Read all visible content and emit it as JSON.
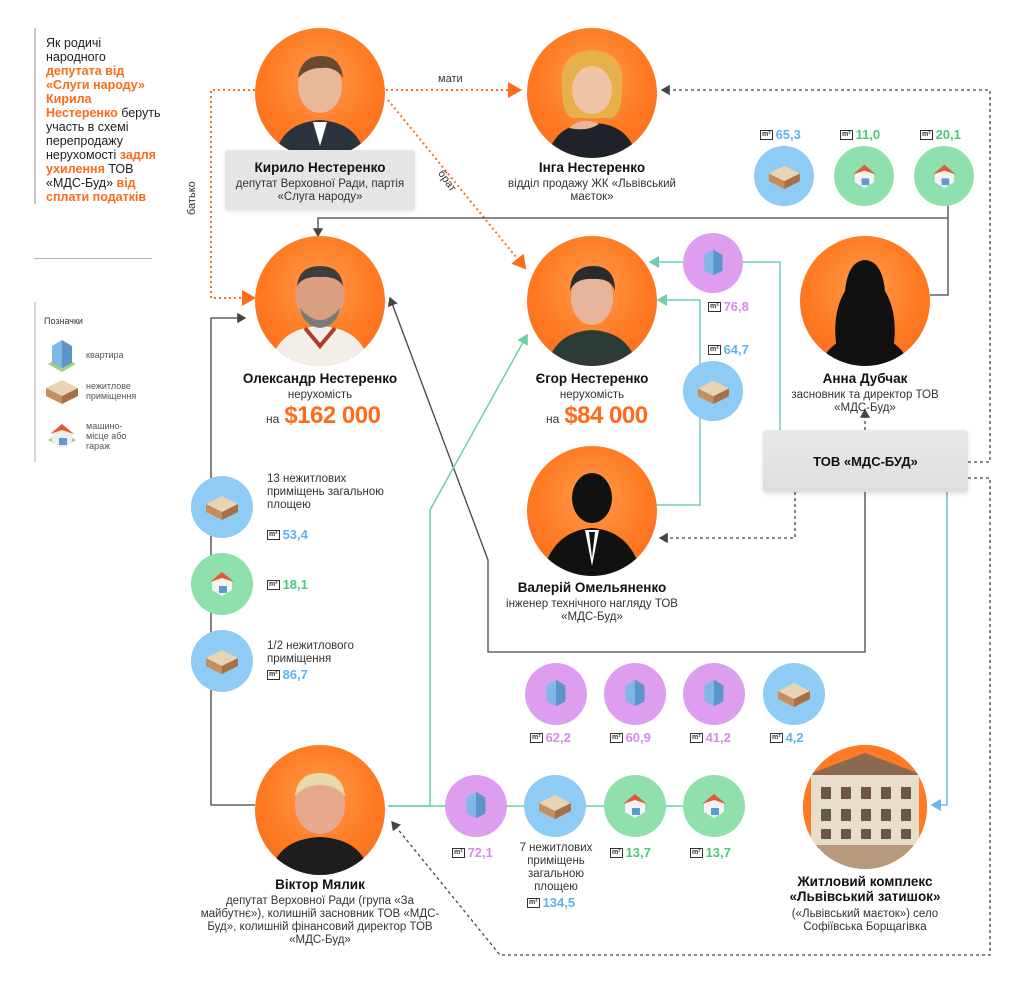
{
  "intro": {
    "t1": "Як родичі народного",
    "h1": "депутата від «Слуги народу» Кирила Нестеренко",
    "t2": "беруть участь в схемі перепродажу нерухомості",
    "h2": "задля ухилення",
    "t3": "ТОВ «МДС-Буд»",
    "h3": "від сплати податків"
  },
  "legend": {
    "title": "Позначки",
    "apartment": "квартира",
    "commercial": "нежитлове приміщення",
    "garage": "машино-місце або гараж"
  },
  "people": {
    "kyrylo": {
      "name": "Кирило Нестеренко",
      "role": "депутат Верховної Ради, партія «Слуга народу»"
    },
    "inga": {
      "name": "Інга Нестеренко",
      "role": "відділ продажу ЖК «Львівський маєток»"
    },
    "oleksandr": {
      "name": "Олександр  Нестеренко",
      "sub": "нерухомість",
      "pre": "на",
      "amount": "$162 000"
    },
    "yehor": {
      "name": "Єгор Нестеренко",
      "sub": "нерухомість",
      "pre": "на",
      "amount": "$84 000"
    },
    "anna": {
      "name": "Анна Дубчак",
      "role": "засновник та директор ТОВ «МДС-Буд»"
    },
    "valerii": {
      "name": "Валерій Омельяненко",
      "role": "інженер технічного нагляду ТОВ «МДС-Буд»"
    },
    "viktor": {
      "name": "Віктор Мялик",
      "role": "депутат Верховної Ради (група «За майбутнє»), колишній засновник ТОВ «МДС-Буд», колишній фінансовий директор ТОВ «МДС-Буд»"
    }
  },
  "company": {
    "name": "ТОВ «МДС-БУД»"
  },
  "complex": {
    "name": "Житловий комплекс «Львівський затишок»",
    "sub": "(«Львівський маєток») село Софіївська Борщагівка"
  },
  "edges": {
    "mother": "мати",
    "brother": "брат",
    "father": "батько"
  },
  "m2_symbol": "m²",
  "properties": {
    "anna_1": {
      "type": "commercial",
      "area": "65,3"
    },
    "anna_2": {
      "type": "garage",
      "area": "11,0"
    },
    "anna_3": {
      "type": "garage",
      "area": "20,1"
    },
    "yehor_1": {
      "type": "apartment",
      "area": "76,8"
    },
    "yehor_2": {
      "type": "commercial",
      "area": "64,7"
    },
    "olek_1": {
      "type": "commercial",
      "area": "53,4",
      "text": "13 нежитлових приміщень загальною площею"
    },
    "olek_2": {
      "type": "garage",
      "area": "18,1"
    },
    "olek_3": {
      "type": "commercial",
      "area": "86,7",
      "text": "1/2 нежитлового приміщення"
    },
    "mid_1": {
      "type": "apartment",
      "area": "62,2"
    },
    "mid_2": {
      "type": "apartment",
      "area": "60,9"
    },
    "mid_3": {
      "type": "apartment",
      "area": "41,2"
    },
    "mid_4": {
      "type": "commercial",
      "area": "4,2"
    },
    "vik_1": {
      "type": "apartment",
      "area": "72,1"
    },
    "vik_2": {
      "type": "commercial",
      "area": "134,5",
      "text": "7 нежитлових приміщень загальною площею"
    },
    "vik_3": {
      "type": "garage",
      "area": "13,7"
    },
    "vik_4": {
      "type": "garage",
      "area": "13,7"
    }
  },
  "colors": {
    "orange": "#ff6b1a",
    "apartment": "#dd9ef0",
    "commercial": "#8ecbf5",
    "garage": "#8fe0ad",
    "teal_line": "#7dd6b0",
    "blue_line": "#6db7ee",
    "dark_line": "#444444"
  }
}
